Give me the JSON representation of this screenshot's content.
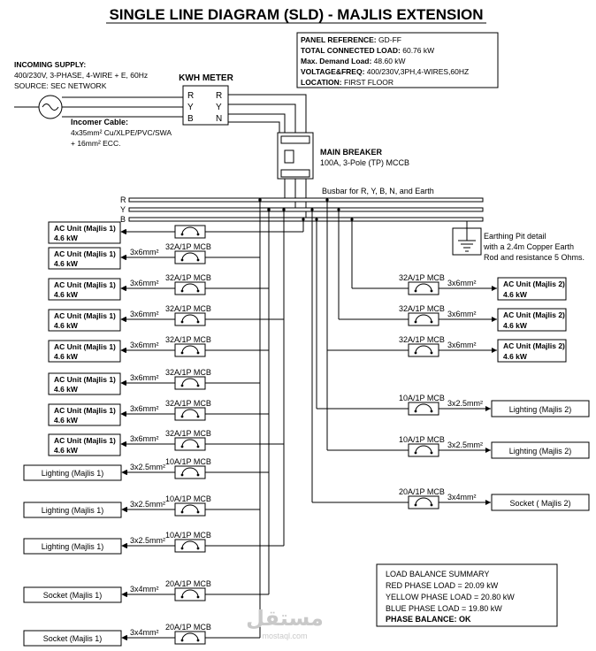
{
  "title": "SINGLE LINE DIAGRAM (SLD) - MAJLIS EXTENSION",
  "panel_info": [
    {
      "label": "PANEL REFERENCE:",
      "value": "GD-FF"
    },
    {
      "label": "TOTAL CONNECTED LOAD:",
      "value": "60.76 kW"
    },
    {
      "label": "Max. Demand Load:",
      "value": "48.60 kW"
    },
    {
      "label": "VOLTAGE&FREQ:",
      "value": "400/230V,3PH,4-WIRES,60HZ"
    },
    {
      "label": "LOCATION:",
      "value": "FIRST FLOOR"
    }
  ],
  "supply": {
    "heading": "INCOMING SUPPLY:",
    "line1": "400/230V, 3-PHASE, 4-WIRE + E, 60Hz",
    "line2": "SOURCE: SEC NETWORK"
  },
  "cable": {
    "heading": "Incomer Cable:",
    "line1": "4x35mm² Cu/XLPE/PVC/SWA",
    "line2": "+ 16mm² ECC."
  },
  "meter": {
    "label": "KWH METER",
    "left_terms": [
      "R",
      "Y",
      "B"
    ],
    "right_terms": [
      "R",
      "Y",
      "N"
    ]
  },
  "main_breaker": {
    "heading": "MAIN BREAKER",
    "desc": "100A, 3-Pole (TP) MCCB"
  },
  "busbar": {
    "phases": [
      "R",
      "Y",
      "B"
    ],
    "label": "Busbar for R, Y, B, N, and Earth"
  },
  "earthing": {
    "line1": "Earthing Pit detail",
    "line2": "with a 2.4m Copper Earth",
    "line3": "Rod and resistance 5 Ohms."
  },
  "left_circuits": [
    {
      "name": "AC Unit (Majlis 1)",
      "load": "4.6 kW",
      "cable": "",
      "mcb": ""
    },
    {
      "name": "AC Unit (Majlis 1)",
      "load": "4.6 kW",
      "cable": "3x6mm²",
      "mcb": "32A/1P MCB"
    },
    {
      "name": "AC Unit (Majlis 1)",
      "load": "4.6 kW",
      "cable": "3x6mm²",
      "mcb": "32A/1P MCB"
    },
    {
      "name": "AC Unit (Majlis 1)",
      "load": "4.6 kW",
      "cable": "3x6mm²",
      "mcb": "32A/1P MCB"
    },
    {
      "name": "AC Unit (Majlis 1)",
      "load": "4.6 kW",
      "cable": "3x6mm²",
      "mcb": "32A/1P MCB"
    },
    {
      "name": "AC Unit (Majlis 1)",
      "load": "4.6 kW",
      "cable": "3x6mm²",
      "mcb": "32A/1P MCB"
    },
    {
      "name": "AC Unit (Majlis 1)",
      "load": "4.6 kW",
      "cable": "3x6mm²",
      "mcb": "32A/1P MCB"
    },
    {
      "name": "AC Unit (Majlis 1)",
      "load": "4.6 kW",
      "cable": "3x6mm²",
      "mcb": "32A/1P MCB"
    },
    {
      "name": "Lighting (Majlis 1)",
      "load": "",
      "cable": "3x2.5mm²",
      "mcb": "10A/1P MCB"
    },
    {
      "name": "Lighting (Majlis 1)",
      "load": "",
      "cable": "3x2.5mm²",
      "mcb": "10A/1P MCB"
    },
    {
      "name": "Lighting (Majlis 1)",
      "load": "",
      "cable": "3x2.5mm²",
      "mcb": "10A/1P MCB"
    },
    {
      "name": "Socket (Majlis 1)",
      "load": "",
      "cable": "3x4mm²",
      "mcb": "20A/1P MCB"
    },
    {
      "name": "Socket (Majlis 1)",
      "load": "",
      "cable": "3x4mm²",
      "mcb": "20A/1P MCB"
    }
  ],
  "right_circuits": [
    {
      "name": "AC Unit (Majlis 2)",
      "load": "4.6 kW",
      "cable": "3x6mm²",
      "mcb": "32A/1P MCB"
    },
    {
      "name": "AC Unit (Majlis 2)",
      "load": "4.6 kW",
      "cable": "3x6mm²",
      "mcb": "32A/1P MCB"
    },
    {
      "name": "AC Unit (Majlis 2)",
      "load": "4.6 kW",
      "cable": "3x6mm²",
      "mcb": "32A/1P MCB"
    },
    {
      "name": "Lighting (Majlis 2)",
      "load": "",
      "cable": "3x2.5mm²",
      "mcb": "10A/1P MCB"
    },
    {
      "name": "Lighting (Majlis 2)",
      "load": "",
      "cable": "3x2.5mm²",
      "mcb": "10A/1P MCB"
    },
    {
      "name": "Socket ( Majlis 2)",
      "load": "",
      "cable": "3x4mm²",
      "mcb": "20A/1P MCB"
    }
  ],
  "summary": {
    "heading": "LOAD BALANCE SUMMARY",
    "red": "RED PHASE LOAD = 20.09 kW",
    "yellow": "YELLOW PHASE LOAD = 20.80 kW",
    "blue": "BLUE PHASE LOAD = 19.80 kW",
    "balance": "PHASE BALANCE: OK"
  },
  "watermark": {
    "arabic": "مستقل",
    "latin": "mostaql.com"
  }
}
